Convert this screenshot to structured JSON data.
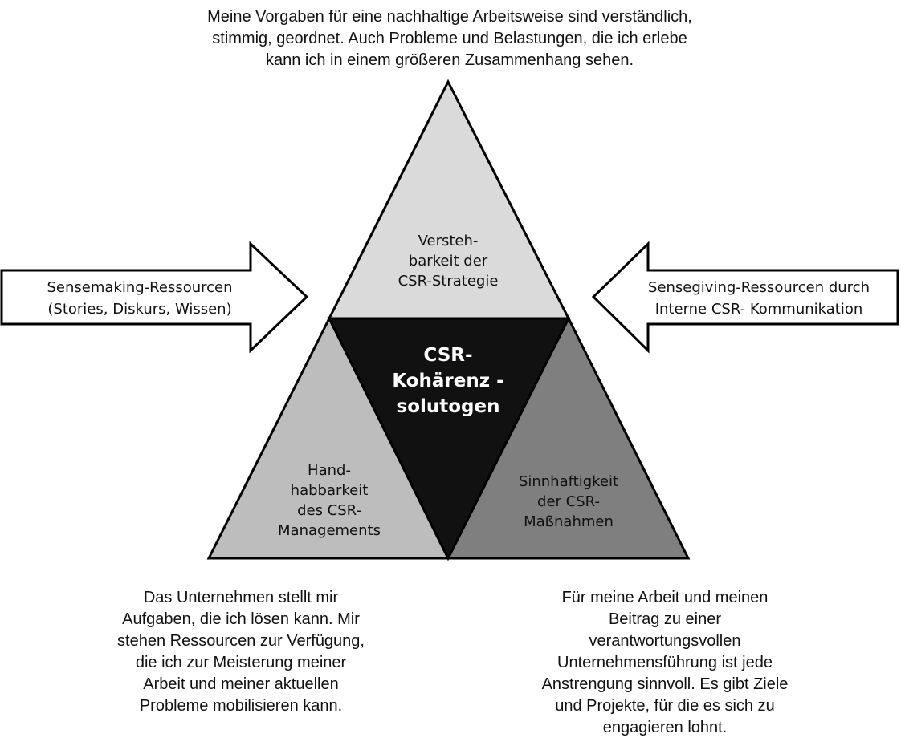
{
  "top_statement": [
    "Meine Vorgaben für eine nachhaltige Arbeitsweise sind verständlich,",
    "stimmig, geordnet. Auch Probleme und Belastungen, die ich erlebe",
    "kann ich in einem größeren Zusammenhang sehen."
  ],
  "bottom_left_statement": [
    "Das Unternehmen stellt mir",
    "Aufgaben, die ich lösen kann. Mir",
    "stehen Ressourcen zur Verfügung,",
    "die ich zur Meisterung meiner",
    "Arbeit und meiner aktuellen",
    "Probleme mobilisieren kann."
  ],
  "bottom_right_statement": [
    "Für meine Arbeit und meinen",
    "Beitrag zu einer",
    "verantwortungsvollen",
    "Unternehmensführung ist jede",
    "Anstrengung sinnvoll. Es gibt Ziele",
    "und Projekte, für die es sich zu",
    "engagieren lohnt."
  ],
  "triangles": {
    "top": {
      "lines": [
        "Versteh-",
        "barkeit der",
        "CSR-Strategie"
      ],
      "fill": "#dadada"
    },
    "left": {
      "lines": [
        "Hand-",
        "habbarkeit",
        "des CSR-",
        "Managements"
      ],
      "fill": "#bdbdbd"
    },
    "right": {
      "lines": [
        "Sinnhaftigkeit",
        "der CSR-",
        "Maßnahmen"
      ],
      "fill": "#7f7f7f"
    },
    "center": {
      "lines": [
        "CSR-",
        "Kohärenz -",
        "solutogen"
      ],
      "fill": "#111111"
    }
  },
  "arrows": {
    "left": {
      "lines": [
        "Sensemaking-Ressourcen",
        "(Stories, Diskurs, Wissen)"
      ]
    },
    "right": {
      "lines": [
        "Sensegiving-Ressourcen durch",
        "Interne CSR- Kommunikation"
      ]
    }
  }
}
